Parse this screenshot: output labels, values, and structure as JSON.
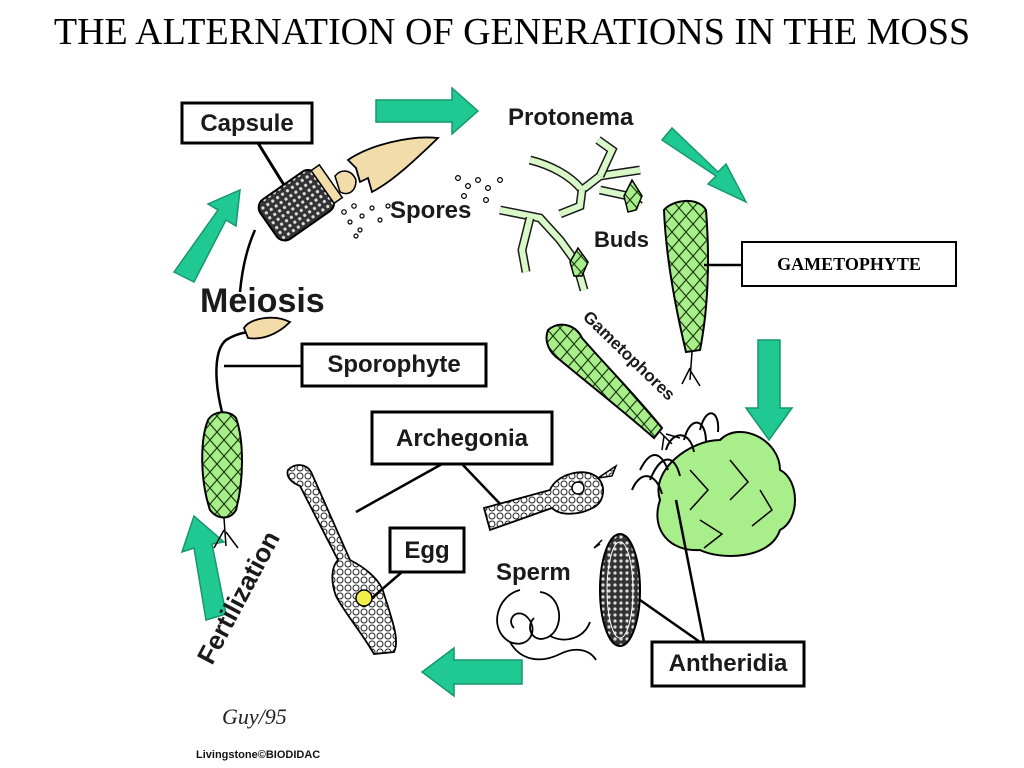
{
  "title": "THE ALTERNATION OF GENERATIONS IN THE MOSS",
  "labels": {
    "capsule": "Capsule",
    "protonema": "Protonema",
    "spores": "Spores",
    "buds": "Buds",
    "gametophyte": "GAMETOPHYTE",
    "meiosis": "Meiosis",
    "sporophyte": "Sporophyte",
    "gametophores": "Gametophores",
    "archegonia": "Archegonia",
    "egg": "Egg",
    "sperm": "Sperm",
    "fertilization": "Fertilization",
    "antheridia": "Antheridia"
  },
  "signature": "Guy/95",
  "credit": "Livingstone©BIODIDAC",
  "colors": {
    "arrow": "#1fc991",
    "leaf": "#a8ee8a",
    "capsule_fill": "#f2dcaa"
  }
}
